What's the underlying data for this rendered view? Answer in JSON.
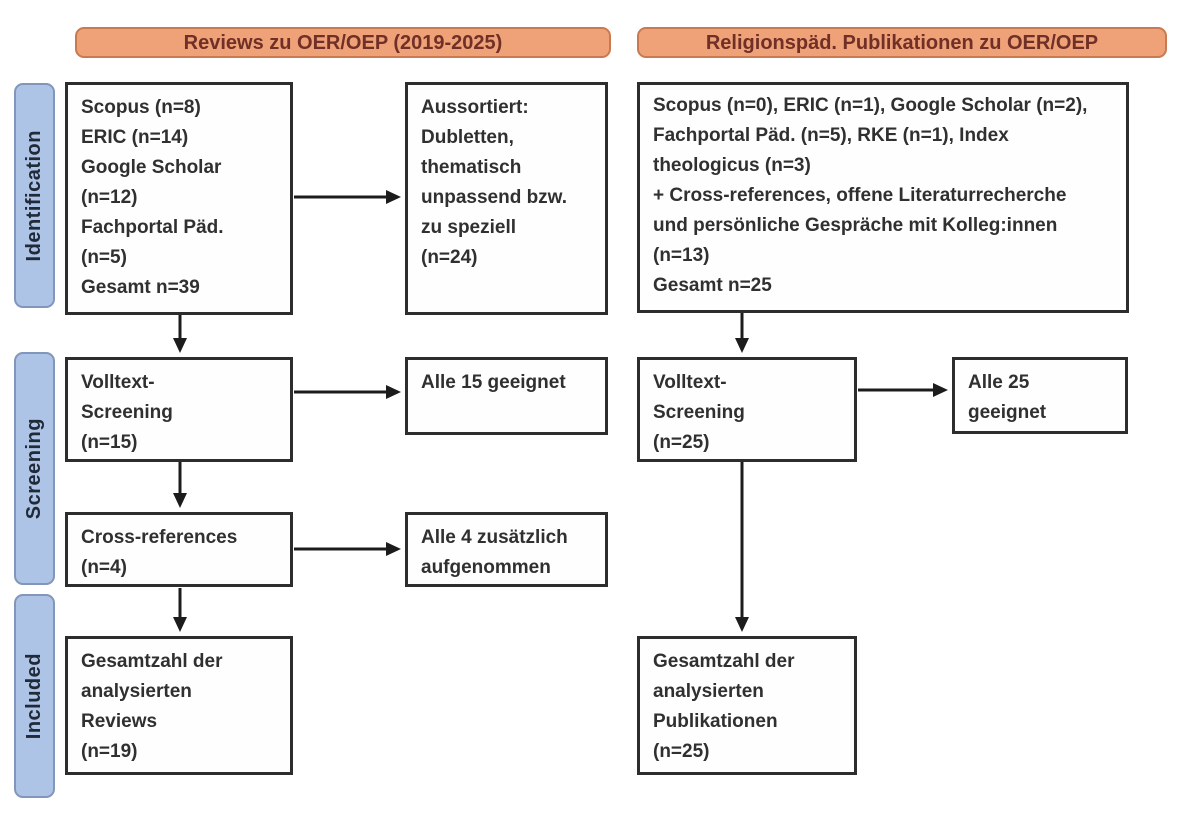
{
  "headers": {
    "left": "Reviews zu OER/OEP (2019-2025)",
    "right": "Religionspäd. Publikationen zu OER/OEP"
  },
  "stages": {
    "identification": "Identification",
    "screening": "Screening",
    "included": "Included"
  },
  "left_flow": {
    "sources": "Scopus (n=8)\nERIC (n=14)\nGoogle Scholar\n(n=12)\nFachportal Päd.\n(n=5)\nGesamt n=39",
    "excluded": "Aussortiert:\nDubletten,\nthematisch\nunpassend bzw.\nzu speziell\n(n=24)",
    "fulltext": "Volltext-\nScreening\n(n=15)",
    "fulltext_result": "Alle 15 geeignet",
    "crossref": "Cross-references\n(n=4)",
    "crossref_result": "Alle 4 zusätzlich\naufgenommen",
    "included_total": "Gesamtzahl der\nanalysierten\nReviews\n(n=19)"
  },
  "right_flow": {
    "sources": "Scopus (n=0), ERIC (n=1), Google Scholar (n=2),\nFachportal Päd. (n=5), RKE (n=1), Index\ntheologicus (n=3)\n+ Cross-references, offene Literaturrecherche\nund persönliche Gespräche mit Kolleg:innen\n(n=13)\nGesamt n=25",
    "fulltext": "Volltext-\nScreening\n(n=25)",
    "fulltext_result": "Alle 25 geeignet",
    "included_total": "Gesamtzahl der\nanalysierten\nPublikationen\n(n=25)"
  },
  "colors": {
    "header_fill": "#efa177",
    "header_border": "#ca7a50",
    "header_text": "#703027",
    "stage_fill": "#aec4e6",
    "stage_border": "#8295bb",
    "stage_text": "#202a38",
    "box_border": "#2d2d2d",
    "box_text": "#303030",
    "arrow": "#1c1c1c"
  }
}
